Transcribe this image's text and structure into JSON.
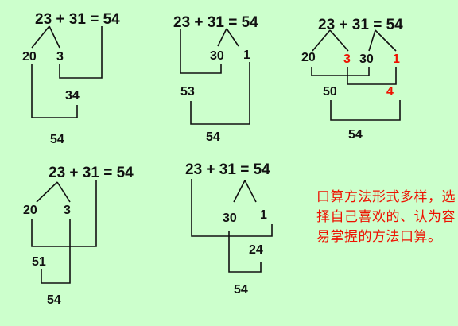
{
  "methods": [
    {
      "equation": "23 + 31 = 54",
      "split": [
        "20",
        "3"
      ],
      "partial": "34",
      "result": "54"
    },
    {
      "equation": "23 + 31 = 54",
      "split": [
        "30",
        "1"
      ],
      "partial": "53",
      "result": "54"
    },
    {
      "equation": "23 + 31 = 54",
      "split": [
        "20",
        "3",
        "30",
        "1"
      ],
      "partials": [
        "50",
        "4"
      ],
      "result": "54",
      "highlight_color": "#ee1100"
    },
    {
      "equation": "23 + 31 = 54",
      "split": [
        "20",
        "3"
      ],
      "partial": "51",
      "result": "54"
    },
    {
      "equation": "23 + 31 = 54",
      "split": [
        "30",
        "1"
      ],
      "partial": "24",
      "result": "54"
    }
  ],
  "note": "口算方法形式多样，选择自己喜欢的、认为容易掌握的方法口算。",
  "colors": {
    "background": "#ccffcc",
    "note": "#ee1100",
    "ink": "#111111"
  }
}
